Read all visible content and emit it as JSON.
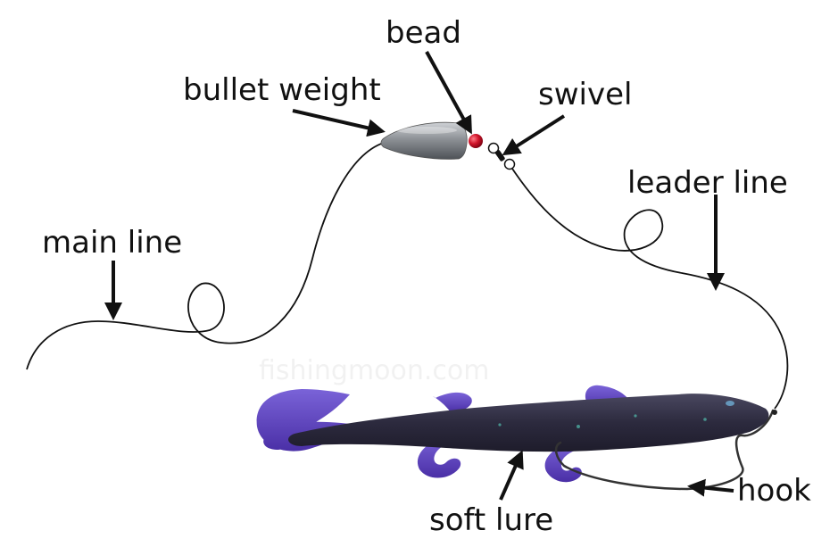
{
  "labels": {
    "bead": "bead",
    "bullet_weight": "bullet weight",
    "swivel": "swivel",
    "leader_line": "leader line",
    "main_line": "main line",
    "soft_lure": "soft lure",
    "hook": "hook"
  },
  "watermark": "fishingmoon.com",
  "colors": {
    "line": "#111111",
    "bead": "#d0142a",
    "weight": "#8d9196",
    "lure_body": "#2c2a3e",
    "lure_tail": "#5b41b7",
    "hook": "#333333"
  }
}
